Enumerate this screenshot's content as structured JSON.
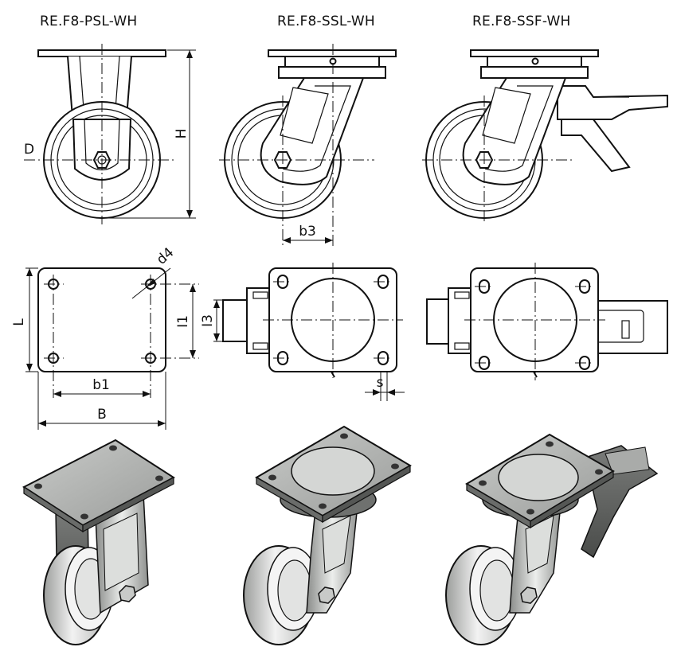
{
  "titles": {
    "fixed": "RE.F8-PSL-WH",
    "swivel": "RE.F8-SSL-WH",
    "swivel_brake": "RE.F8-SSF-WH"
  },
  "dimensions": {
    "D": "D",
    "H": "H",
    "b3": "b3",
    "d4": "d4",
    "L": "L",
    "l1": "I1",
    "l3": "I3",
    "b1": "b1",
    "B": "B",
    "s": "s"
  },
  "colors": {
    "line": "#111111",
    "steel_light": "#d8dad8",
    "steel_mid": "#a8aaa8",
    "steel_dark": "#5c5e5c",
    "background": "#ffffff"
  }
}
